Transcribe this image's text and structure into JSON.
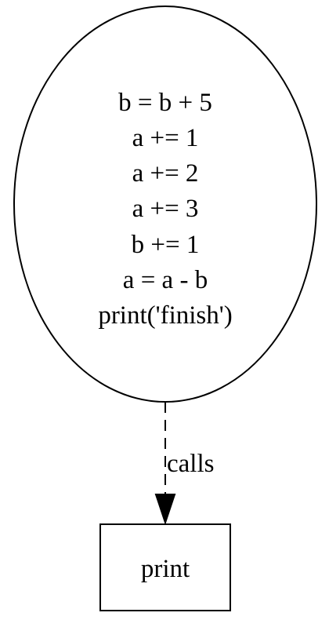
{
  "nodes": {
    "code_block": {
      "shape": "ellipse",
      "lines": [
        "b = b + 5",
        "a += 1",
        "a += 2",
        "a += 3",
        "b += 1",
        "a = a - b",
        "print('finish')"
      ]
    },
    "print_node": {
      "shape": "box",
      "label": "print"
    }
  },
  "edges": [
    {
      "from": "code_block",
      "to": "print_node",
      "label": "calls",
      "style": "dashed"
    }
  ],
  "colors": {
    "stroke": "#000000",
    "background": "#ffffff"
  }
}
